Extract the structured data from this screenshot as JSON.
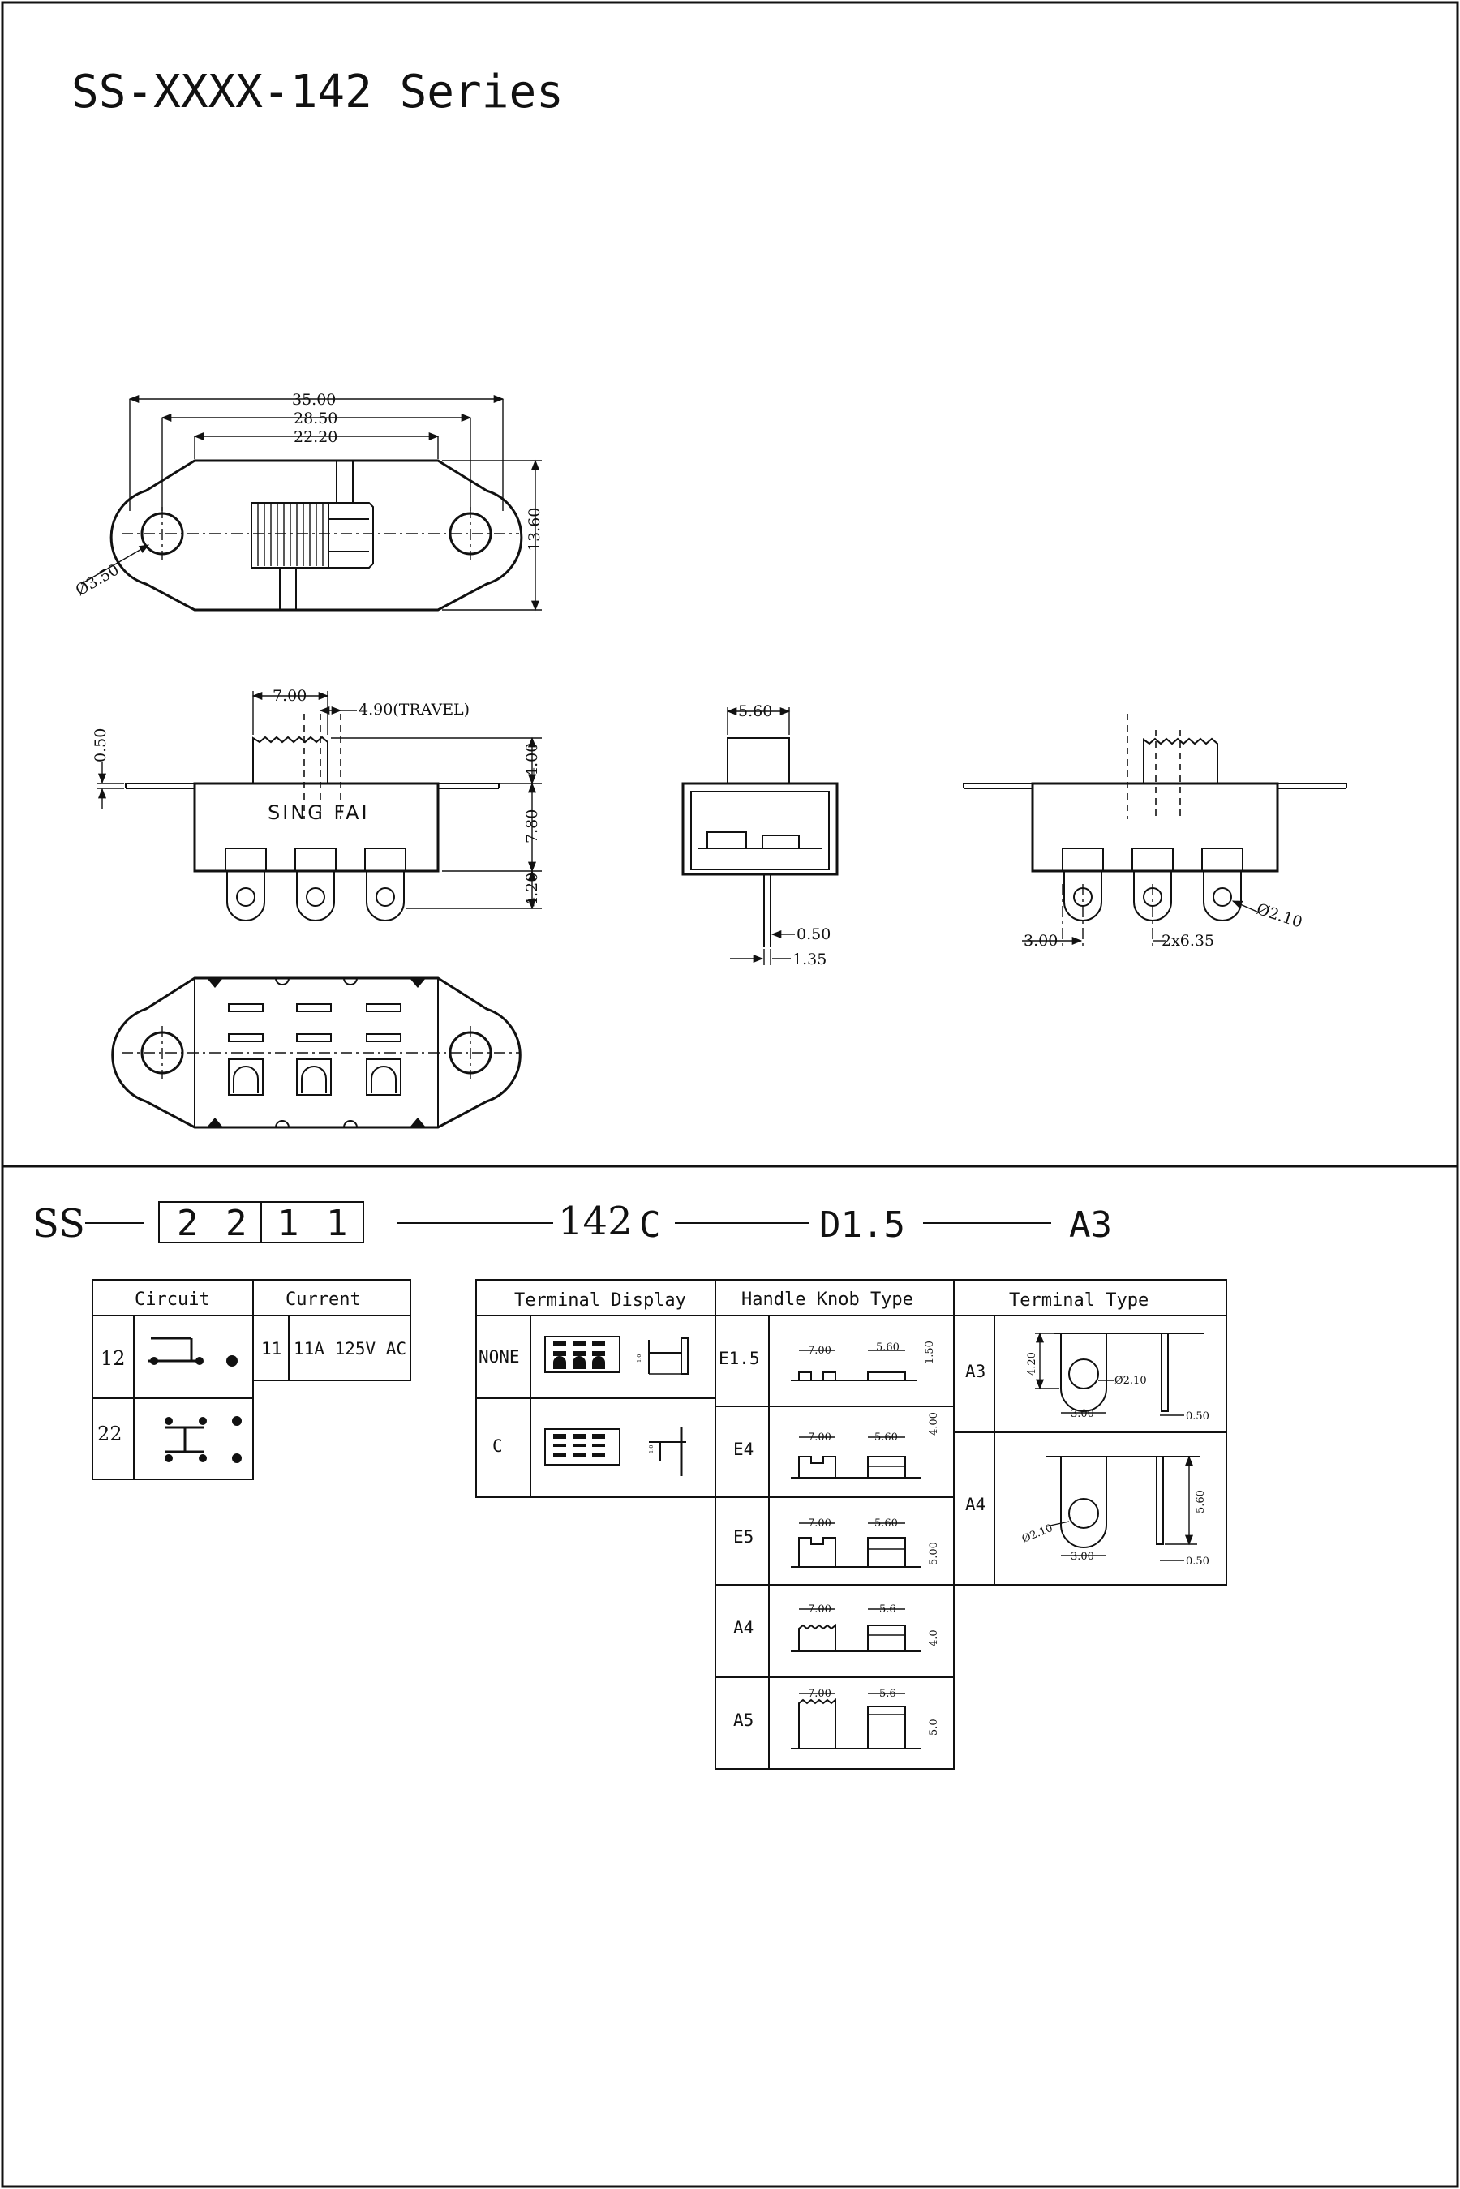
{
  "title": "SS-XXXX-142 Series",
  "top_view": {
    "dims": [
      "35.00",
      "28.50",
      "22.20",
      "13.60",
      "Ø3.50"
    ]
  },
  "front_view": {
    "dims": [
      "7.00",
      "4.90(TRAVEL)",
      "0.50",
      "4.00",
      "7.80",
      "4.20"
    ],
    "brand": "SING FAI"
  },
  "side_view": {
    "dims": [
      "5.60",
      "0.50",
      "1.35"
    ]
  },
  "back_view": {
    "dims": [
      "Ø2.10",
      "3.00",
      "2x6.35"
    ]
  },
  "part_code": {
    "prefix": "SS",
    "boxes": [
      "2",
      "2",
      "1",
      "1"
    ],
    "series": "142",
    "terminal": "C",
    "knob": "D1.5",
    "term_type": "A3"
  },
  "circuit_table": {
    "headers": [
      "Circuit",
      "Current"
    ],
    "rows": [
      {
        "code": "12",
        "current_code": "11",
        "current": "11A 125V AC"
      },
      {
        "code": "22"
      }
    ]
  },
  "terminal_display": {
    "header": "Terminal Display",
    "rows": [
      {
        "code": "NONE",
        "dim": "1.0"
      },
      {
        "code": "C",
        "dim": "1.0"
      }
    ]
  },
  "knob_table": {
    "header": "Handle Knob Type",
    "rows": [
      {
        "code": "E1.5",
        "w": "7.00",
        "w2": "5.60",
        "h": "1.50"
      },
      {
        "code": "E4",
        "w": "7.00",
        "w2": "5.60",
        "h": "4.00"
      },
      {
        "code": "E5",
        "w": "7.00",
        "w2": "5.60",
        "h": "5.00"
      },
      {
        "code": "A4",
        "w": "7.00",
        "w2": "5.6",
        "h": "4.0"
      },
      {
        "code": "A5",
        "w": "7.00",
        "w2": "5.6",
        "h": "5.0"
      }
    ]
  },
  "terminal_type": {
    "header": "Terminal Type",
    "rows": [
      {
        "code": "A3",
        "dims": [
          "4.20",
          "Ø2.10",
          "3.00",
          "0.50"
        ]
      },
      {
        "code": "A4",
        "dims": [
          "Ø2.10",
          "3.00",
          "5.60",
          "0.50"
        ]
      }
    ]
  }
}
